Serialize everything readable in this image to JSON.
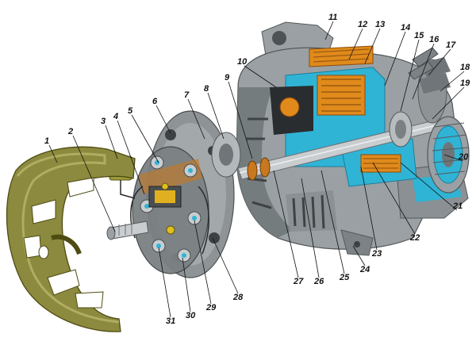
{
  "diagram": {
    "subject": "automotive-alternator-exploded-cutaway",
    "palette": {
      "cast_body": "#9aa0a3",
      "cast_shadow": "#6f7578",
      "cover_khaki": "#8c8a3e",
      "cover_khaki_light": "#b9b56a",
      "section_cyan": "#2fb4d6",
      "winding_orange": "#e08a1c",
      "copper": "#c8781e",
      "shaft_steel": "#c9cdd0",
      "plate_grey": "#8e9396"
    },
    "callouts": [
      {
        "id": "c1",
        "label": "1"
      },
      {
        "id": "c2",
        "label": "2"
      },
      {
        "id": "c3",
        "label": "3"
      },
      {
        "id": "c4",
        "label": "4"
      },
      {
        "id": "c5",
        "label": "5"
      },
      {
        "id": "c6",
        "label": "6"
      },
      {
        "id": "c7",
        "label": "7"
      },
      {
        "id": "c8",
        "label": "8"
      },
      {
        "id": "c9",
        "label": "9"
      },
      {
        "id": "c10",
        "label": "10"
      },
      {
        "id": "c11",
        "label": "11"
      },
      {
        "id": "c12",
        "label": "12"
      },
      {
        "id": "c13",
        "label": "13"
      },
      {
        "id": "c14",
        "label": "14"
      },
      {
        "id": "c15",
        "label": "15"
      },
      {
        "id": "c16",
        "label": "16"
      },
      {
        "id": "c17",
        "label": "17"
      },
      {
        "id": "c18",
        "label": "18"
      },
      {
        "id": "c19",
        "label": "19"
      },
      {
        "id": "c20",
        "label": "20"
      },
      {
        "id": "c21",
        "label": "21"
      },
      {
        "id": "c22",
        "label": "22"
      },
      {
        "id": "c23",
        "label": "23"
      },
      {
        "id": "c24",
        "label": "24"
      },
      {
        "id": "c25",
        "label": "25"
      },
      {
        "id": "c26",
        "label": "26"
      },
      {
        "id": "c27",
        "label": "27"
      },
      {
        "id": "c28",
        "label": "28"
      },
      {
        "id": "c29",
        "label": "29"
      },
      {
        "id": "c30",
        "label": "30"
      },
      {
        "id": "c31",
        "label": "31"
      }
    ]
  }
}
